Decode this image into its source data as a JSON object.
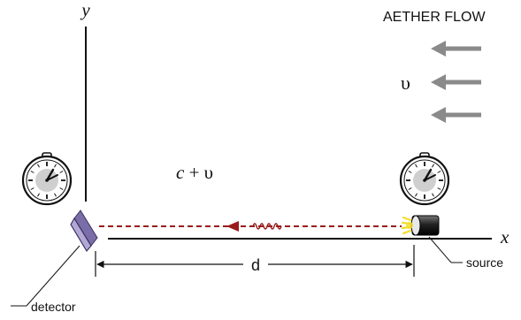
{
  "labels": {
    "y_axis": "y",
    "x_axis": "x",
    "aether_flow": "AETHER FLOW",
    "velocity": "υ",
    "light_speed_c": "c",
    "light_speed_op": " + υ",
    "distance": "d",
    "source": "source",
    "detector": "detector"
  },
  "icons": {
    "clocks": "stopwatch-icon",
    "flow_arrows": "arrow-left-icon",
    "light_source": "flashlight-icon",
    "detector": "detector-plate-icon"
  },
  "colors": {
    "light_beam": "#9a1b1b",
    "flow_arrows": "#8a8a8a",
    "detector_face": "#b3a7d6",
    "source_glow": "#f2dd2a",
    "axis": "#111111"
  }
}
